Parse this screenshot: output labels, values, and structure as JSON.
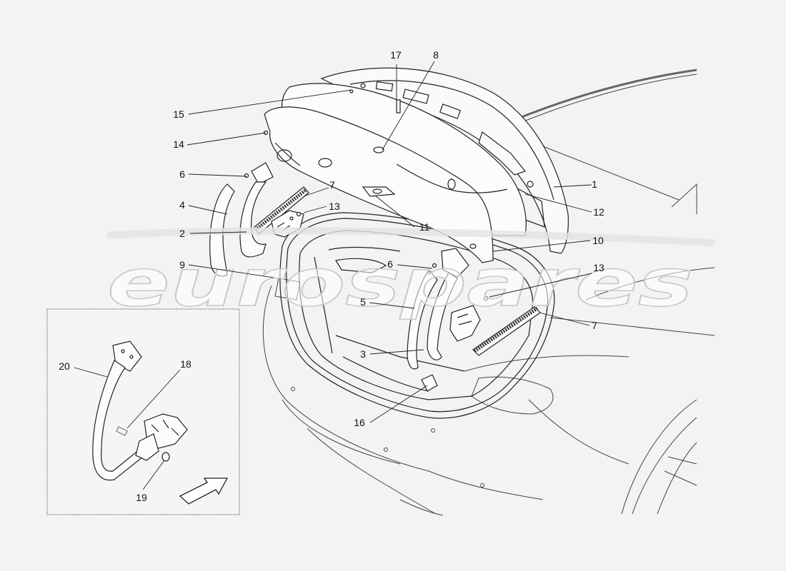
{
  "diagram": {
    "watermark_text": "eurospares",
    "callouts": [
      {
        "id": "c1",
        "text": "1"
      },
      {
        "id": "c2",
        "text": "2"
      },
      {
        "id": "c3",
        "text": "3"
      },
      {
        "id": "c4",
        "text": "4"
      },
      {
        "id": "c5",
        "text": "5"
      },
      {
        "id": "c6a",
        "text": "6"
      },
      {
        "id": "c6b",
        "text": "6"
      },
      {
        "id": "c7a",
        "text": "7"
      },
      {
        "id": "c7b",
        "text": "7"
      },
      {
        "id": "c8",
        "text": "8"
      },
      {
        "id": "c9",
        "text": "9"
      },
      {
        "id": "c10",
        "text": "10"
      },
      {
        "id": "c11",
        "text": "11"
      },
      {
        "id": "c12",
        "text": "12"
      },
      {
        "id": "c13a",
        "text": "13"
      },
      {
        "id": "c13b",
        "text": "13"
      },
      {
        "id": "c14",
        "text": "14"
      },
      {
        "id": "c15",
        "text": "15"
      },
      {
        "id": "c16",
        "text": "16"
      },
      {
        "id": "c17",
        "text": "17"
      },
      {
        "id": "c18",
        "text": "18"
      },
      {
        "id": "c19",
        "text": "19"
      },
      {
        "id": "c20",
        "text": "20"
      }
    ],
    "colors": {
      "background": "#f3f3f3",
      "line": "#222222",
      "watermark_fill": "#ffffff",
      "watermark_stroke": "#c8c8c8",
      "inset_border": "#777777"
    }
  }
}
